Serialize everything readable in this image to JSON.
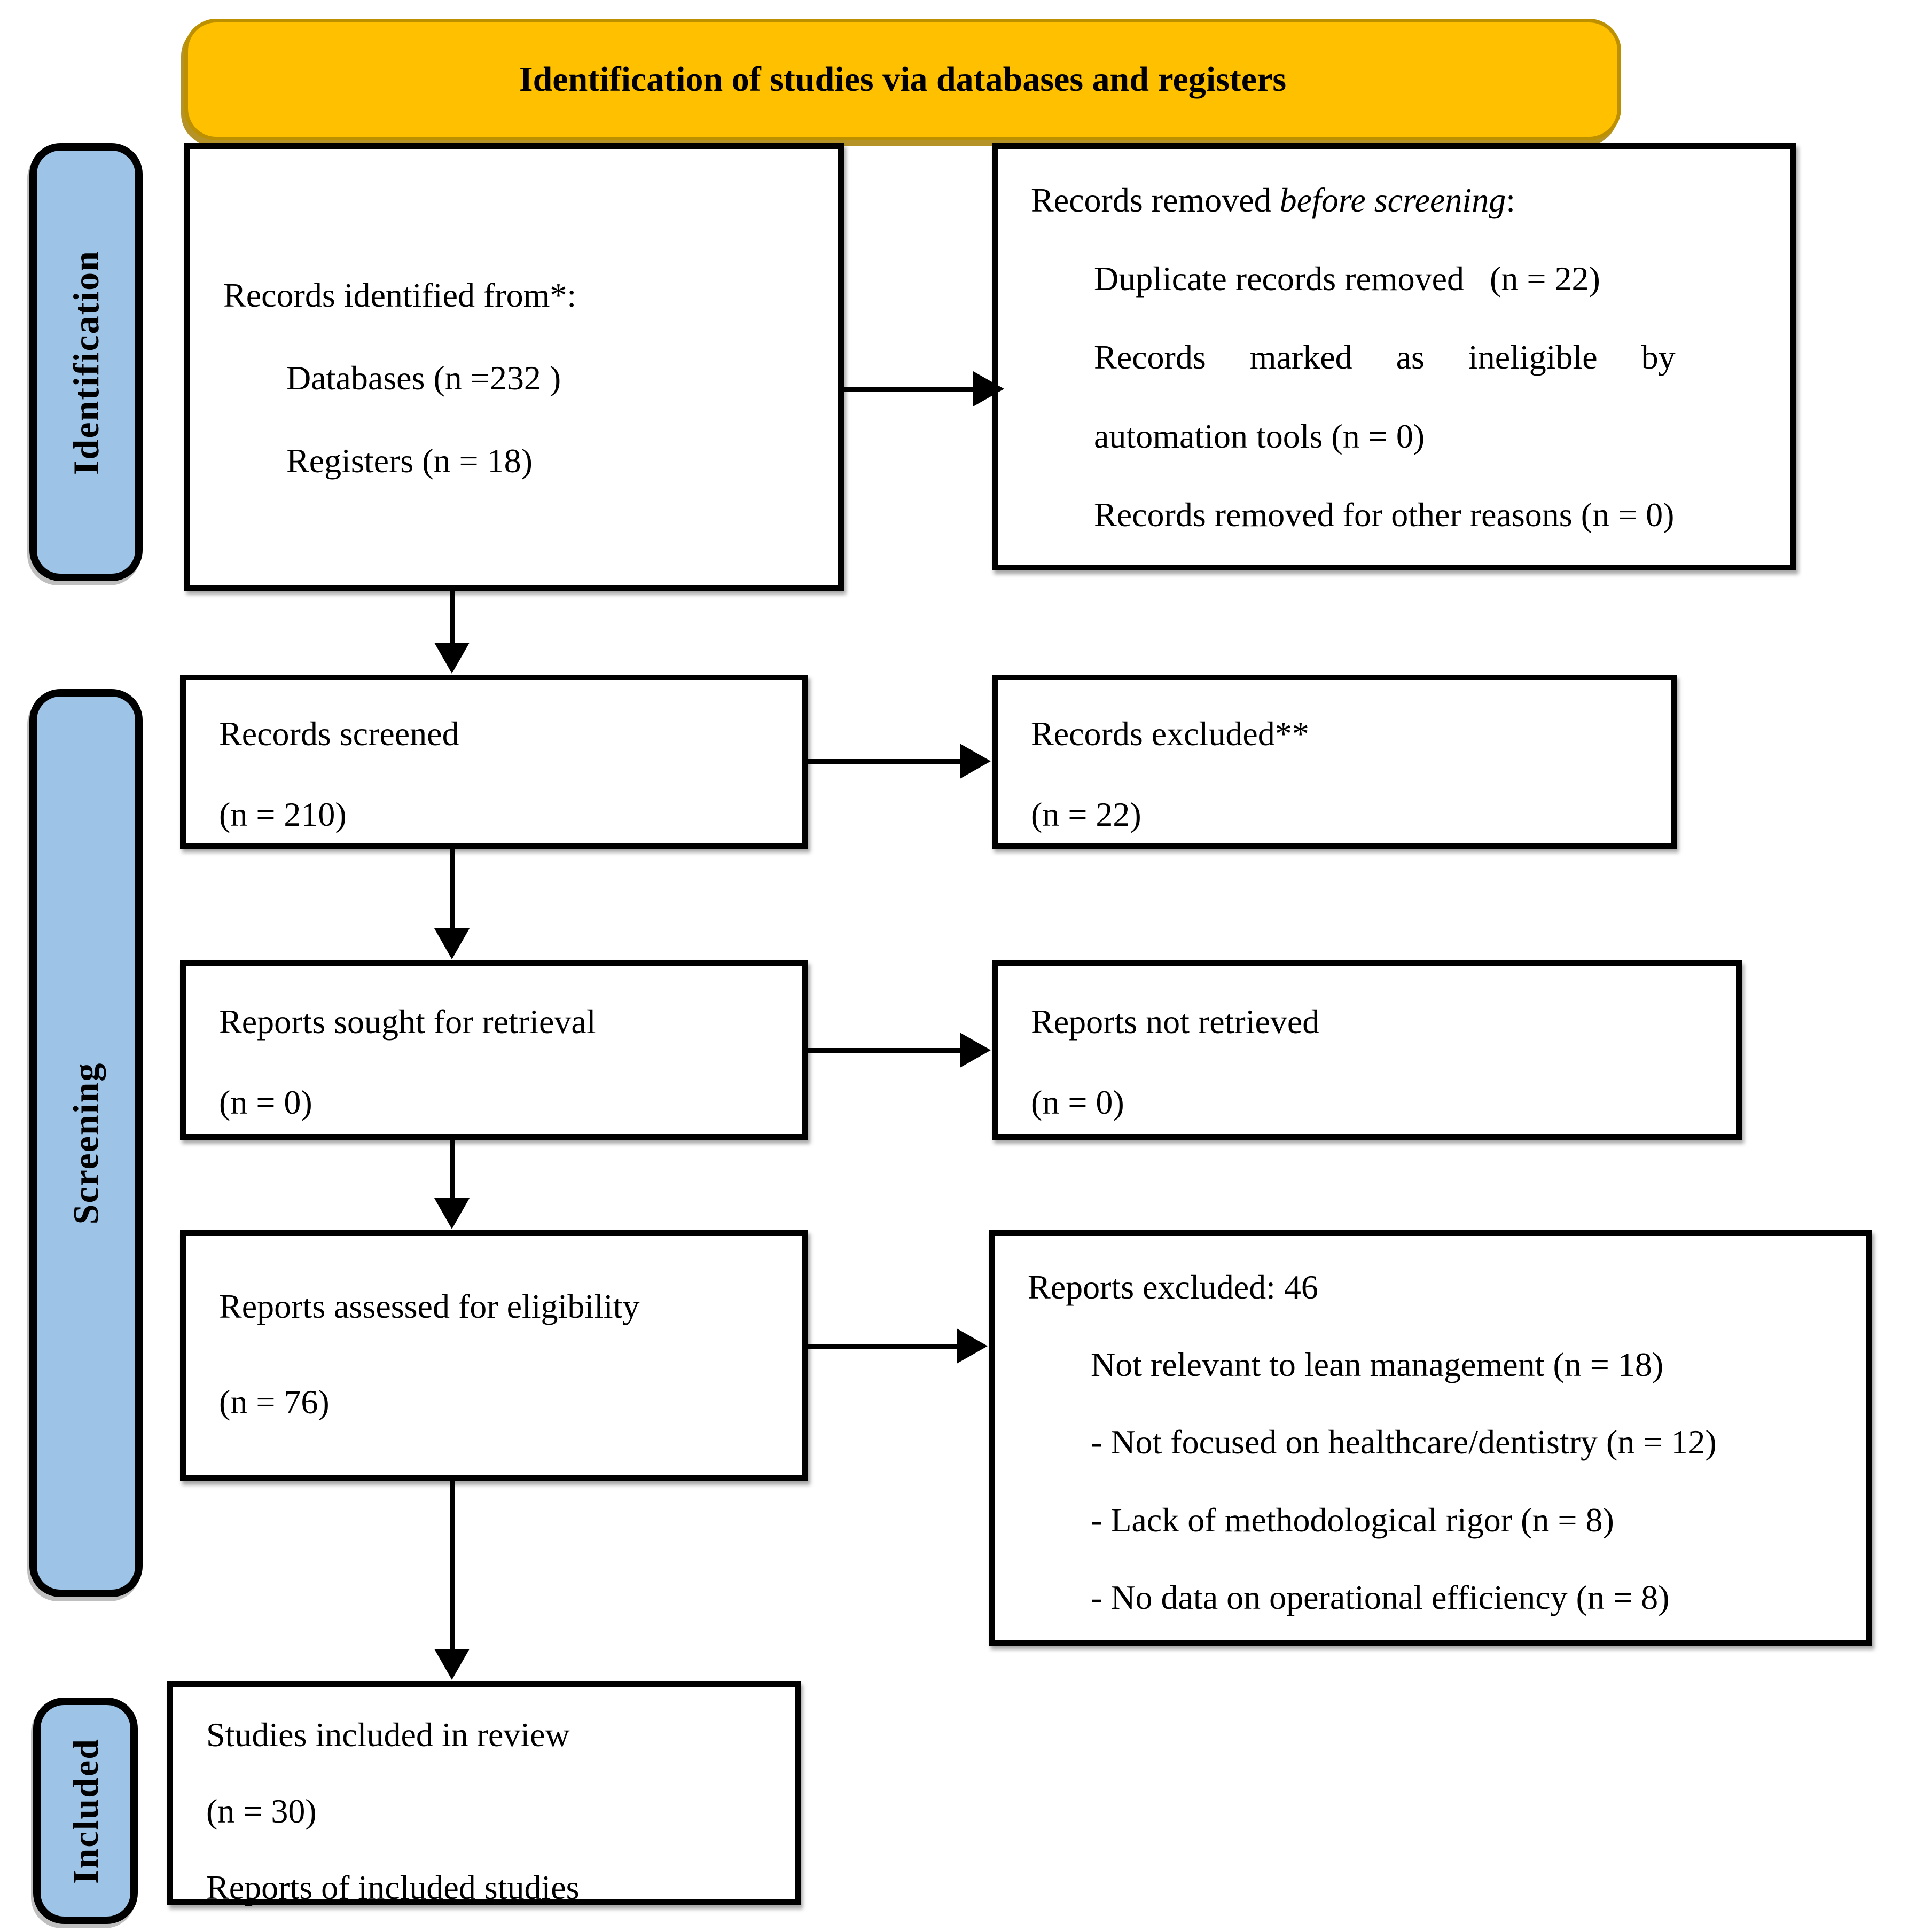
{
  "header": {
    "title": "Identification of studies via databases and registers"
  },
  "sidebar": {
    "identification_label": "Identification",
    "screening_label": "Screening",
    "included_label": "Included"
  },
  "boxes": {
    "records_identified": {
      "line1": "Records identified from*:",
      "line2": "Databases (n =232 )",
      "line3": "Registers (n = 18)"
    },
    "records_removed": {
      "intro_prefix": "Records removed ",
      "intro_italic": "before screening",
      "intro_suffix": ":",
      "item1": "Duplicate records removed   (n = 22)",
      "item2a": "Records marked as ineligible by",
      "item2b": "automation tools (n = 0)",
      "item3": "Records removed for other reasons (n = 0)"
    },
    "records_screened": {
      "line1": "Records screened",
      "line2": "(n = 210)"
    },
    "records_excluded": {
      "line1": "Records excluded**",
      "line2": "(n = 22)"
    },
    "reports_sought": {
      "line1": "Reports sought for retrieval",
      "line2": "(n = 0)"
    },
    "reports_not_retrieved": {
      "line1": "Reports not retrieved",
      "line2": "(n = 0)"
    },
    "reports_assessed": {
      "line1": "Reports assessed for eligibility",
      "line2": "(n = 76)"
    },
    "reports_excluded": {
      "line1": "Reports excluded: 46",
      "item1": "Not relevant to lean management (n = 18)",
      "item2": "- Not focused on healthcare/dentistry (n = 12)",
      "item3": "- Lack of methodological rigor (n = 8)",
      "item4": "- No data on operational efficiency (n = 8)"
    },
    "studies_included": {
      "line1": "Studies included in review",
      "line2": "(n = 30)",
      "line3": "Reports of included studies"
    }
  },
  "colors": {
    "banner_fill": "#FFC000",
    "banner_border": "#BD9000",
    "sidebar_fill": "#9DC3E6",
    "box_border": "#000000",
    "background": "#FFFFFF"
  }
}
